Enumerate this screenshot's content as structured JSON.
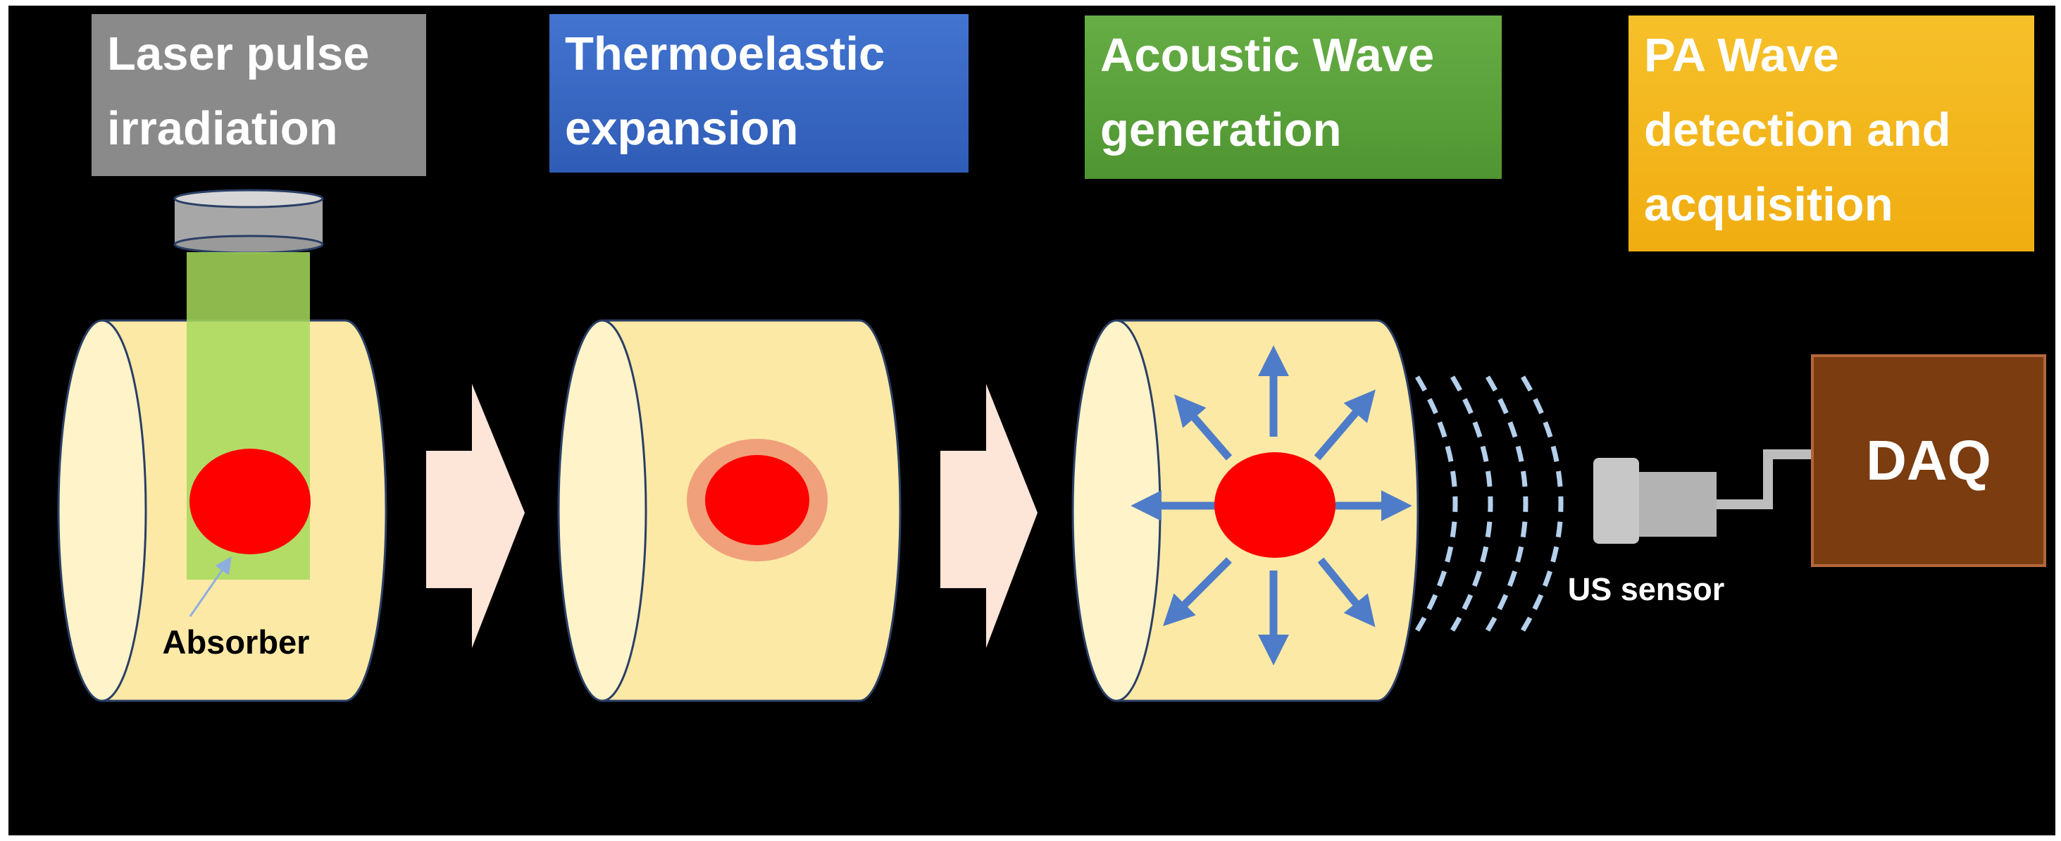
{
  "steps": [
    {
      "title": "Laser pulse\nirradiation",
      "color": "#8a8a8a"
    },
    {
      "title": "Thermoelastic\nexpansion",
      "color": "#3a66c4"
    },
    {
      "title": "Acoustic Wave\ngeneration",
      "color": "#5aa03a"
    },
    {
      "title": "PA Wave\ndetection and\nacquisition",
      "color": "#f3b516"
    }
  ],
  "labels": {
    "absorber": "Absorber",
    "sensor": "US sensor",
    "daq": "DAQ"
  },
  "colors": {
    "background": "#000000",
    "tissue": "#fde9a6",
    "tissue_face": "#fff3c9",
    "absorber": "#ff0000",
    "expansion_halo": "#f0a07a",
    "laser_beam": "#a6d95a",
    "arrow": "#fde5d8",
    "acoustic_arrow": "#4f7cc8",
    "wavefront": "#b4d0ec",
    "daq_box": "#7b3c10",
    "sensor": "#c7c7c7"
  }
}
